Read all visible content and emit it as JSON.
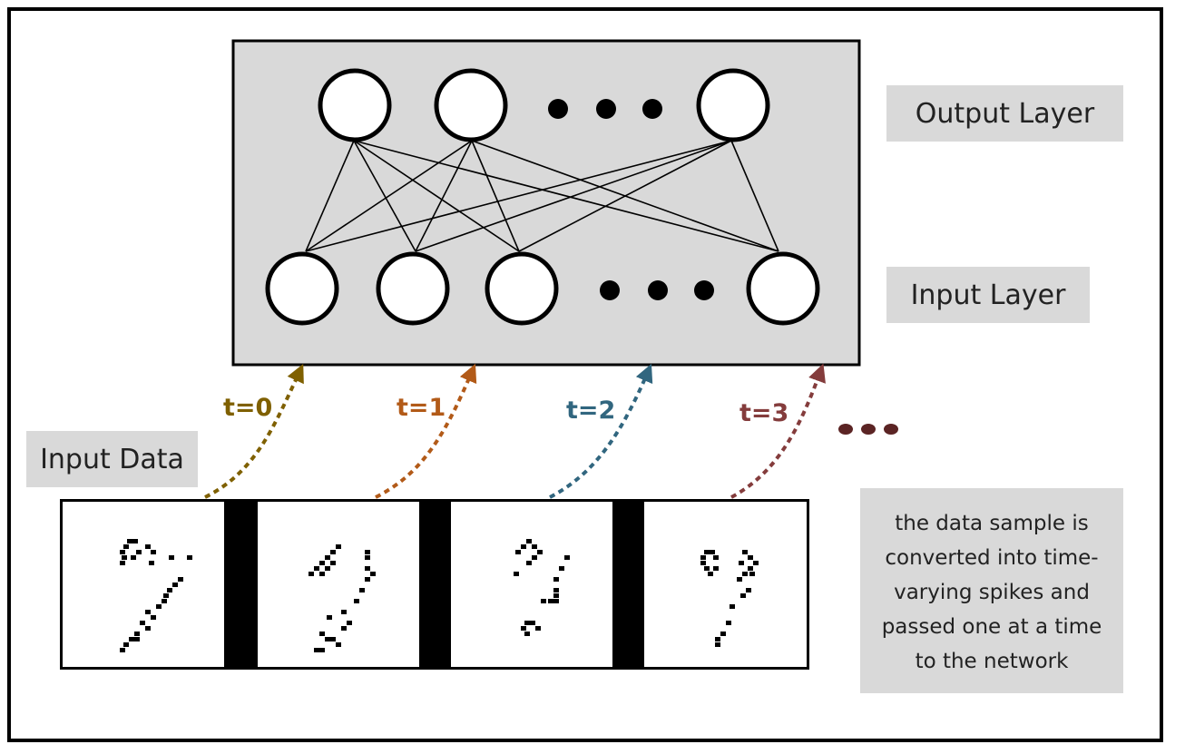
{
  "labels": {
    "output_layer": "Output Layer",
    "input_layer": "Input Layer",
    "input_data": "Input Data"
  },
  "timesteps": [
    {
      "label": "t=0",
      "color": "#7f6000"
    },
    {
      "label": "t=1",
      "color": "#b25a18"
    },
    {
      "label": "t=2",
      "color": "#31667f"
    },
    {
      "label": "t=3",
      "color": "#843c3c"
    }
  ],
  "continuation_color": "#5b2424",
  "note": {
    "lines": [
      "the data sample is",
      "converted into time-",
      "varying spikes and",
      "passed one at a time",
      "to the network"
    ]
  },
  "colors": {
    "network_panel": "#d9d9d9",
    "label_background": "#d9d9d9",
    "neuron_fill": "#ffffff",
    "outline": "#000000"
  }
}
